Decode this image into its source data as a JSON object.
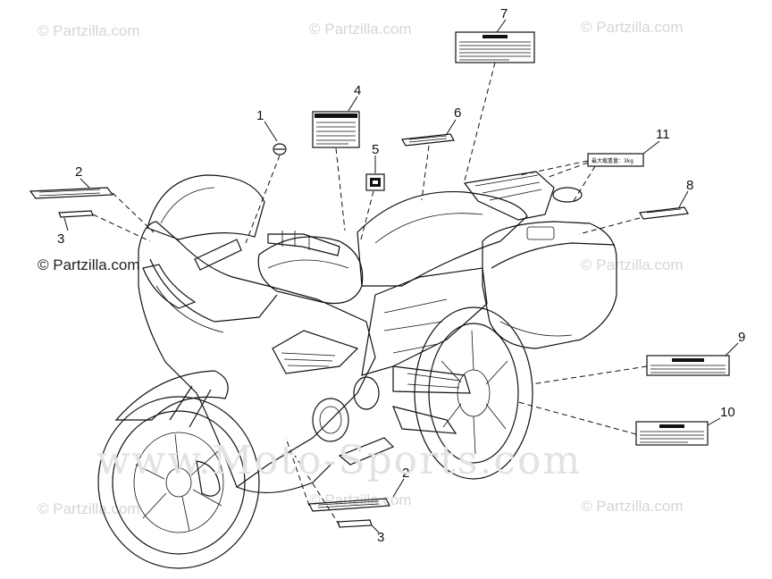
{
  "watermarks": {
    "partzilla": "© Partzilla.com",
    "site": "www.Moto-Sports.com"
  },
  "callouts": [
    "1",
    "2",
    "3",
    "4",
    "5",
    "6",
    "7",
    "8",
    "9",
    "10",
    "11",
    "2",
    "3"
  ],
  "label11_text": "最大载重量：3kg"
}
